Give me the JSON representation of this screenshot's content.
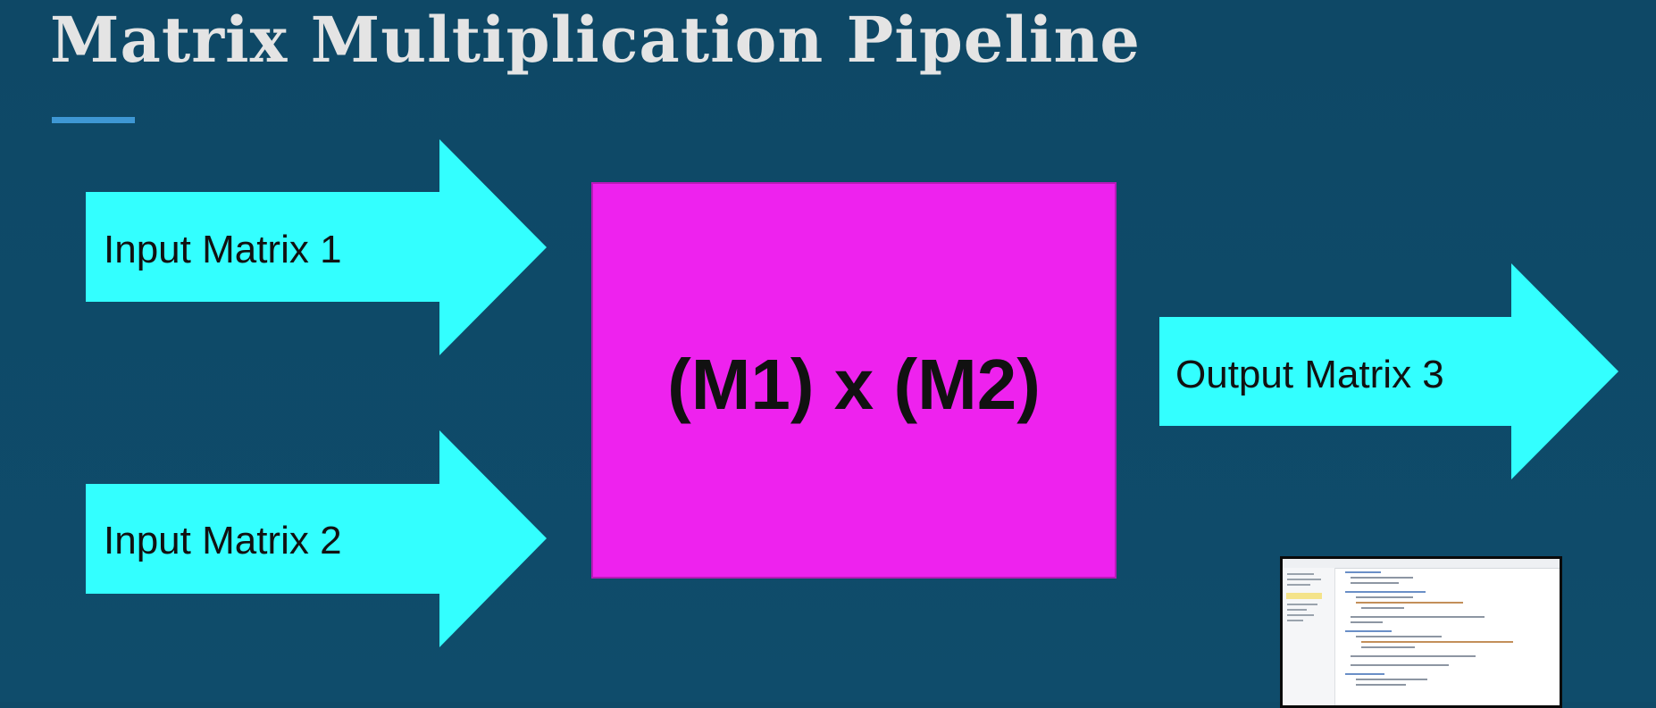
{
  "slide": {
    "title": "Matrix Multiplication Pipeline"
  },
  "diagram": {
    "inputs": [
      {
        "label": "Input Matrix 1"
      },
      {
        "label": "Input Matrix 2"
      }
    ],
    "operation": {
      "label": "(M1) x (M2)"
    },
    "output": {
      "label": "Output Matrix 3"
    }
  },
  "colors": {
    "background": "#0f4a68",
    "title": "#e4e4e4",
    "accent_rule": "#3e97d4",
    "arrow_fill": "#33ffff",
    "operation_fill": "#ee22ee",
    "label_text": "#111111"
  },
  "thumbnail": {
    "icon": "code-editor-screenshot-icon"
  }
}
